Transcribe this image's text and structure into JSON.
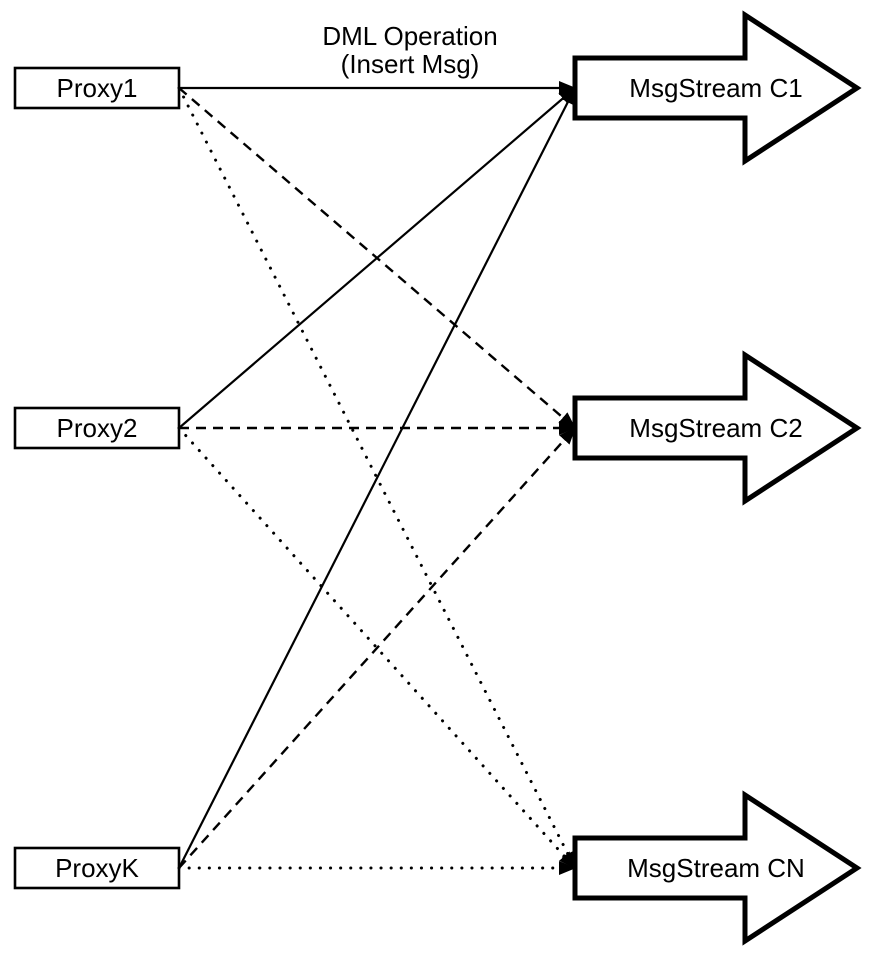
{
  "diagram": {
    "caption": {
      "line1": "DML Operation",
      "line2": "(Insert Msg)"
    },
    "proxies": [
      {
        "id": "proxy1",
        "label": "Proxy1"
      },
      {
        "id": "proxy2",
        "label": "Proxy2"
      },
      {
        "id": "proxyk",
        "label": "ProxyK"
      }
    ],
    "streams": [
      {
        "id": "c1",
        "label": "MsgStream C1"
      },
      {
        "id": "c2",
        "label": "MsgStream C2"
      },
      {
        "id": "cn",
        "label": "MsgStream CN"
      }
    ],
    "edges": [
      {
        "from": "proxy1",
        "to": "c1",
        "style": "solid"
      },
      {
        "from": "proxy2",
        "to": "c1",
        "style": "solid"
      },
      {
        "from": "proxyk",
        "to": "c1",
        "style": "solid"
      },
      {
        "from": "proxy1",
        "to": "c2",
        "style": "dashed"
      },
      {
        "from": "proxy2",
        "to": "c2",
        "style": "dashed"
      },
      {
        "from": "proxyk",
        "to": "c2",
        "style": "dashed"
      },
      {
        "from": "proxy1",
        "to": "cn",
        "style": "dotted"
      },
      {
        "from": "proxy2",
        "to": "cn",
        "style": "dotted"
      },
      {
        "from": "proxyk",
        "to": "cn",
        "style": "dotted"
      }
    ],
    "legend": {
      "solid_means": "route to MsgStream C1",
      "dashed_means": "route to MsgStream C2",
      "dotted_means": "route to MsgStream CN"
    },
    "colors": {
      "stroke": "#000000",
      "background": "#ffffff"
    }
  }
}
